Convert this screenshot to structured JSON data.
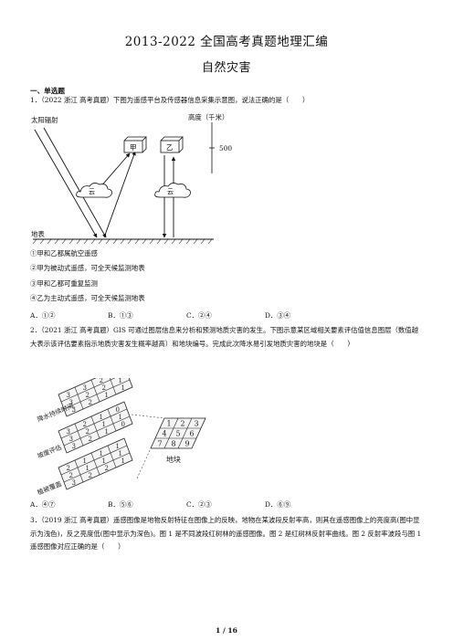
{
  "title": "2013-2022 全国高考真题地理汇编",
  "subtitle": "自然灾害",
  "section": "一、单选题",
  "q1": {
    "text": "1．（2022 浙江 高考真题）下图为遥感平台及传感器信息采集示意图，说法正确的是（　　）",
    "figure": {
      "solar_label": "太阳辐射",
      "height_label": "高度（千米）",
      "scale_value": "500",
      "box_a": "甲",
      "box_b": "乙",
      "cloud": "云",
      "ground": "地表"
    },
    "statements": [
      "①甲和乙都属航空遥感",
      "②甲为被动式遥感，可全天候监测地表",
      "③甲和乙都可重复监测",
      "④乙为主动式遥感，可全天候监测地表"
    ],
    "options": [
      "A．①②",
      "B．①③",
      "C．②④",
      "D．③④"
    ]
  },
  "q2": {
    "text": "2．（2021 浙江 高考真题）GIS 可通过图层信息来分析和预测地质灾害的发生。下图示意某区域相关要素评估值信息图层（数值越大表示该评估要素指示地质灾害发生概率越高）和地块编号。完成此次降水易引发地质灾害的地块是（　　）",
    "figure": {
      "layers": [
        {
          "name": "降水持续时间",
          "values": [
            "3",
            "3",
            "2",
            "1",
            "3",
            "2",
            "2",
            "1",
            "3",
            "2",
            "1",
            "1"
          ]
        },
        {
          "name": "坡度评估",
          "values": [
            "3",
            "2",
            "1",
            "0",
            "3",
            "2",
            "1",
            "1",
            "3",
            "2",
            "1",
            "0"
          ]
        },
        {
          "name": "植被覆盖",
          "values": [
            "2",
            "1",
            "1",
            "1",
            "2",
            "1",
            "1",
            "1",
            "3",
            "2",
            "2",
            "1"
          ]
        }
      ],
      "block_numbers": [
        "1",
        "2",
        "3",
        "4",
        "5",
        "6",
        "7",
        "8",
        "9"
      ],
      "block_label": "地块"
    },
    "options": [
      "A．④⑦",
      "B．⑤⑥",
      "C．②③",
      "D．⑥⑨"
    ]
  },
  "q3": {
    "text": "3．（2019 浙江 高考真题）遥感图像是地物反射特征在图像上的反映，地物在某波段反射率高，则其在遥感图像上的亮度高(图中显示为浅色)，反之亮度低(图中显示为深色)。图 1 是不同波段红树林的遥感图像。图 2 是红树林反射率曲线。图 2 反射率波段与图 1 遥感图像对应正确的是（　　）"
  },
  "footer": "1 / 16"
}
